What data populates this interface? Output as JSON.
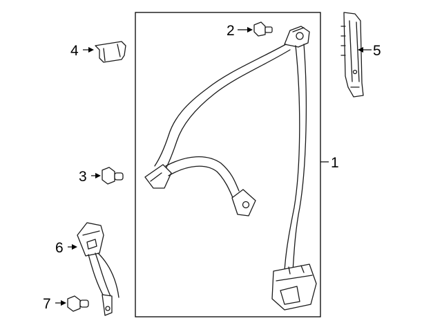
{
  "callouts": [
    {
      "id": "1",
      "label": "1",
      "part": "seat-belt-assembly"
    },
    {
      "id": "2",
      "label": "2",
      "part": "upper-anchor-bolt"
    },
    {
      "id": "3",
      "label": "3",
      "part": "lower-anchor-bolt"
    },
    {
      "id": "4",
      "label": "4",
      "part": "guide-bracket"
    },
    {
      "id": "5",
      "label": "5",
      "part": "height-adjuster"
    },
    {
      "id": "6",
      "label": "6",
      "part": "buckle"
    },
    {
      "id": "7",
      "label": "7",
      "part": "buckle-bolt"
    }
  ],
  "colors": {
    "line": "#1a1a1a",
    "background": "#ffffff"
  }
}
